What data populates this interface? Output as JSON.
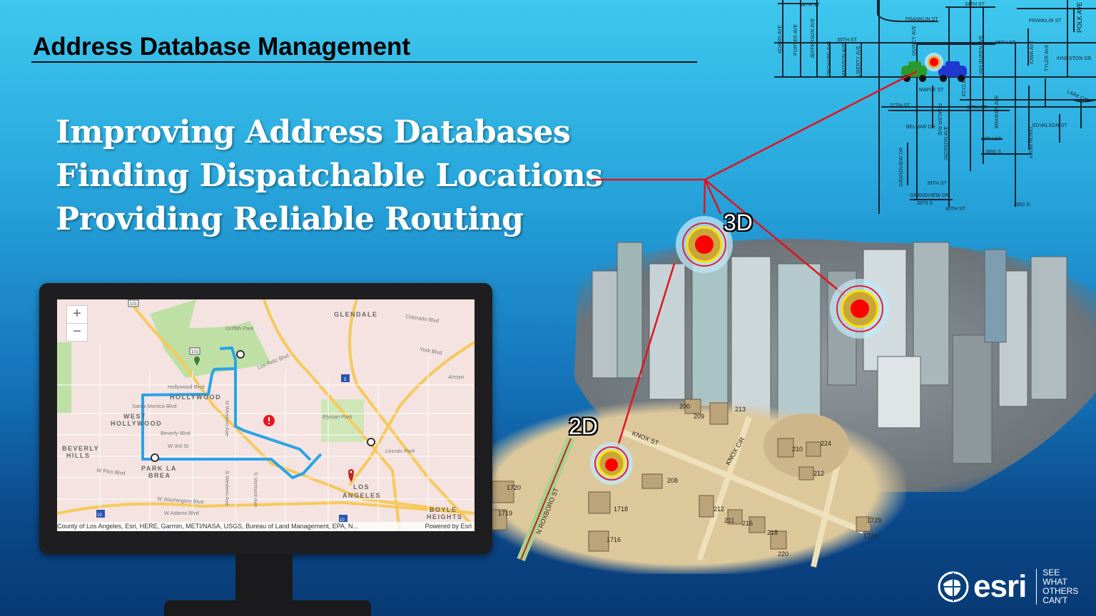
{
  "slide": {
    "title": "Address Database Management",
    "bullets": [
      "Improving Address Databases",
      "Finding Dispatchable Locations",
      "Providing Reliable Routing"
    ],
    "label_3d": "3D",
    "label_2d": "2D"
  },
  "web_map": {
    "zoom_in": "+",
    "zoom_out": "−",
    "places": [
      "GLENDALE",
      "HOLLYWOOD",
      "WEST",
      "HOLLYWOOD",
      "BEVERLY",
      "HILLS",
      "PARK LA",
      "BREA",
      "LOS",
      "ANGELES",
      "BOYLE",
      "HEIGHTS"
    ],
    "streets": [
      "Colorado Blvd",
      "Griffith Park",
      "York Blvd",
      "Los Feliz Blvd",
      "Hollywood Blvd",
      "Santa Monica Blvd",
      "Beverly Blvd",
      "W 3rd St",
      "Elysian Park",
      "Lincoln Park",
      "W Pico Blvd",
      "W Washington Blvd",
      "W Adams Blvd",
      "N Western Ave",
      "S Western Ave",
      "S Vermont Ave",
      "Arroyo"
    ],
    "shields": [
      "101",
      "101",
      "5",
      "10",
      "10"
    ],
    "attribution": "County of Los Angeles, Esri, HERE, Garmin, METI/NASA, USGS, Bureau of Land Management, EPA, N...",
    "powered_by": "Powered by Esri",
    "route_color": "#29a3e8"
  },
  "street_map": {
    "streets": [
      "34TH ST",
      "FRANKLIN ST",
      "34TH ST",
      "FRANKLIN ST",
      "POLK AVE",
      "ADAMS AVE",
      "PORTER AVE",
      "JEFFERSON AVE",
      "35TH ST",
      "ORCHARD AVE",
      "MADISON AVE",
      "LIBERTY AVE",
      "QUINCY AVE",
      "VAN BUREN AVE",
      "36TH ST",
      "IOWA AVE",
      "TYLER AVE",
      "KINGSTON DR",
      "MAPLE ST",
      "LARK CIR",
      "37TH ST",
      "37TH ST",
      "BRINKER AVE",
      "EDVALSON ST",
      "BELMAR DR",
      "FOWLER AVE",
      "JACKSON AVE",
      "38TH ST",
      "3850 S",
      "DIXON PKWY",
      "GRANDVIEW DR",
      "39TH ST",
      "GRANDVIEW DR",
      "3975 S",
      "40TH ST",
      "3950 S",
      "ECCLES"
    ]
  },
  "parcel_map": {
    "streets": [
      "N ROXBORO ST",
      "KNOX CIR",
      "KNOX ST"
    ],
    "addresses": [
      "200",
      "209",
      "213",
      "210",
      "224",
      "212",
      "208",
      "1718",
      "1720",
      "1719",
      "1716",
      "212",
      "211",
      "216",
      "218",
      "220",
      "1729",
      "1724"
    ]
  },
  "logo": {
    "brand": "esri",
    "tagline": [
      "SEE",
      "WHAT",
      "OTHERS",
      "CAN'T"
    ]
  },
  "colors": {
    "pointer_line": "#e0141e",
    "incident": "#ff0000"
  }
}
